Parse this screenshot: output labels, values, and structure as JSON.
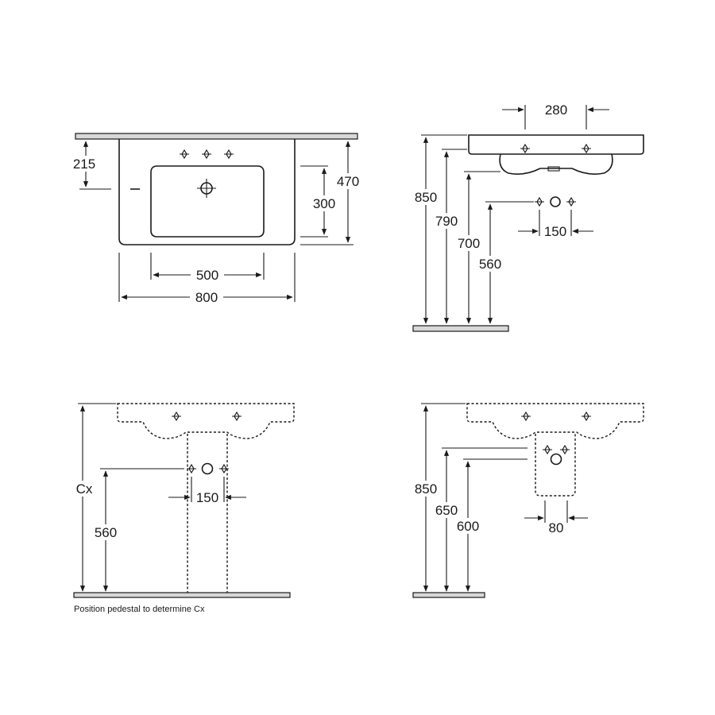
{
  "top_view": {
    "dim_215": "215",
    "dim_470": "470",
    "dim_300": "300",
    "dim_500": "500",
    "dim_800": "800"
  },
  "side_view": {
    "dim_280": "280",
    "dim_850": "850",
    "dim_790": "790",
    "dim_700": "700",
    "dim_560": "560",
    "dim_150": "150"
  },
  "pedestal_view": {
    "dim_cx": "Cx",
    "dim_560": "560",
    "dim_150": "150",
    "note": "Position pedestal to determine Cx"
  },
  "semi_pedestal_view": {
    "dim_850": "850",
    "dim_650": "650",
    "dim_600": "600",
    "dim_80": "80"
  }
}
